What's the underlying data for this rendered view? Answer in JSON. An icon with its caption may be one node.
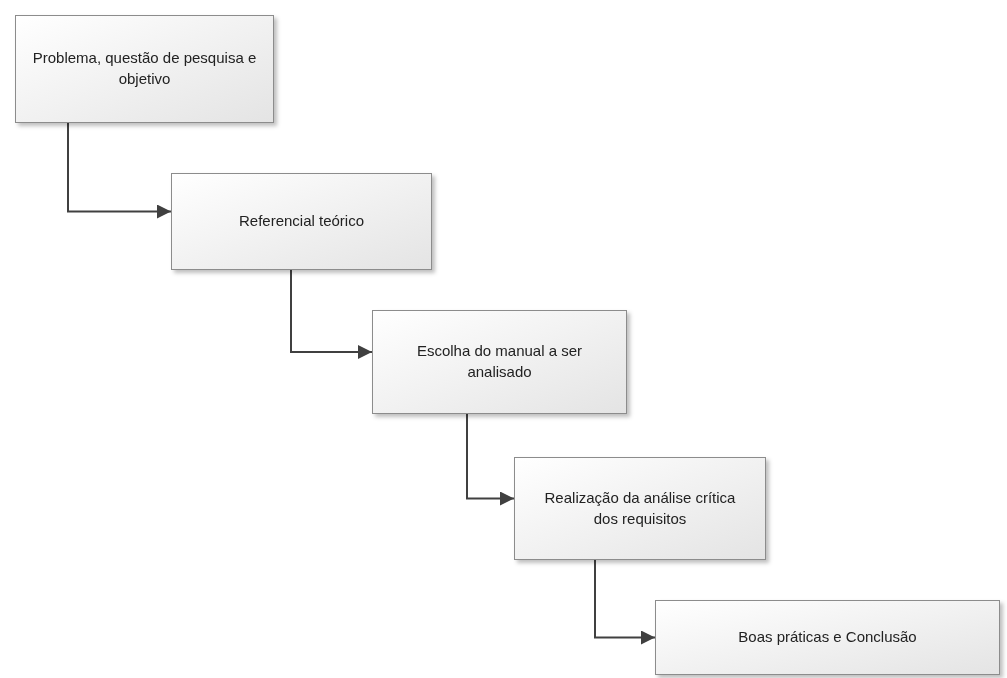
{
  "diagram": {
    "nodes": [
      {
        "text": [
          "Problema, questão de pesquisa e objetivo"
        ]
      },
      {
        "text": [
          "Referencial teórico"
        ]
      },
      {
        "text": [
          "Escolha do manual a ser analisado"
        ]
      },
      {
        "text": [
          "Realização da análise crítica dos requisitos"
        ]
      },
      {
        "text": [
          "Boas práticas e Conclusão"
        ]
      }
    ],
    "edges": [
      {
        "from": 0,
        "to": 1,
        "arrow": "to"
      },
      {
        "from": 1,
        "to": 2,
        "arrow": "to"
      },
      {
        "from": 2,
        "to": 3,
        "arrow": "to"
      },
      {
        "from": 3,
        "to": 4,
        "arrow": "to"
      }
    ]
  }
}
